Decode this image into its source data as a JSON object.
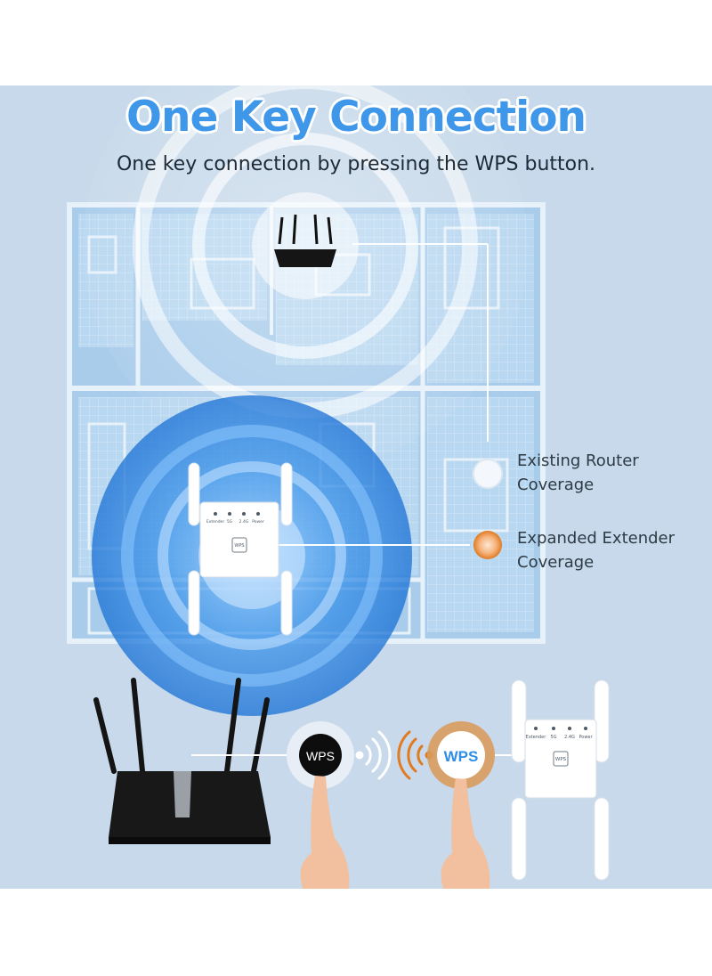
{
  "header": {
    "title": "One Key Connection",
    "subtitle": "One key connection by pressing the WPS button."
  },
  "legend": {
    "router_coverage_line1": "Existing Router",
    "router_coverage_line2": "Coverage",
    "extender_coverage_line1": "Expanded Extender",
    "extender_coverage_line2": "Coverage"
  },
  "devices": {
    "extender_leds": [
      "Extender",
      "5G",
      "2.4G",
      "Power"
    ],
    "extender_button": "WPS"
  },
  "wps": {
    "router_button_label": "WPS",
    "extender_button_label": "WPS"
  },
  "colors": {
    "title": "#3f97ea",
    "background": "#c7d9ea",
    "extender_coverage": "#2f8ee6",
    "extender_legend_dot": "#e08a3c",
    "signal_orange": "#e07b22"
  }
}
